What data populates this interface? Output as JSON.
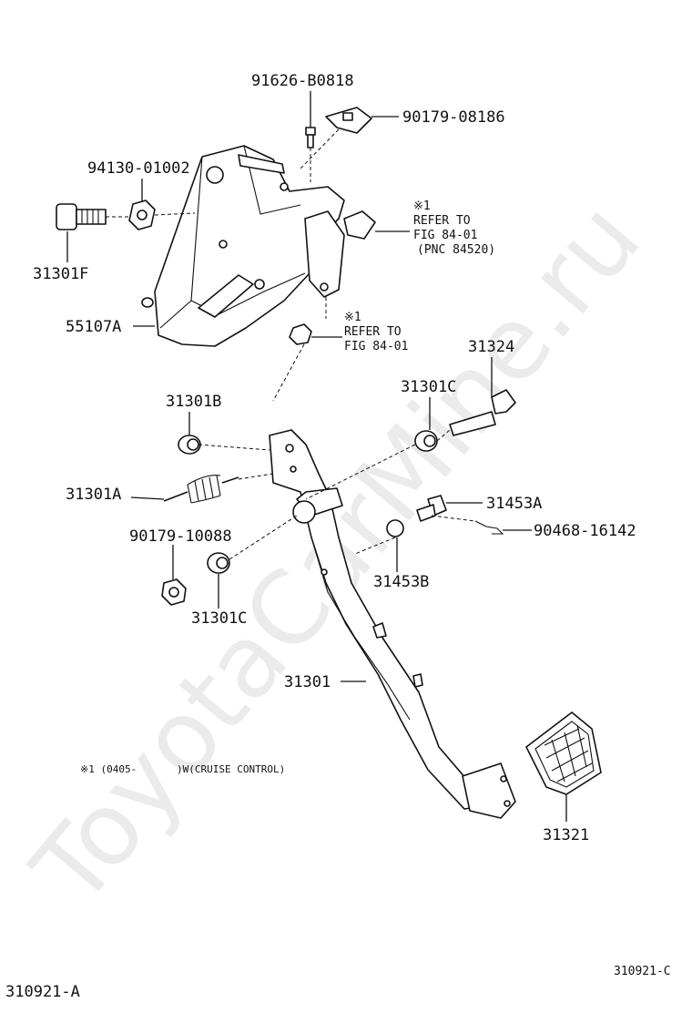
{
  "watermark": "ToyotaCarMine.ru",
  "labels": {
    "p91626": "91626-B0818",
    "p90179a": "90179-08186",
    "p94130": "94130-01002",
    "p31301F": "31301F",
    "p55107A": "55107A",
    "note1_mark": "※1",
    "note1_line1": "REFER TO",
    "note1_line2": "FIG 84-01",
    "note1_line3": "(PNC 84520)",
    "note2_mark": "※1",
    "note2_line1": "REFER TO",
    "note2_line2": "FIG 84-01",
    "p31324": "31324",
    "p31301B": "31301B",
    "p31301C_top": "31301C",
    "p31301A": "31301A",
    "p31453A": "31453A",
    "p90468": "90468-16142",
    "p90179b": "90179-10088",
    "p31453B": "31453B",
    "p31301C_bot": "31301C",
    "p31301": "31301",
    "p31321": "31321",
    "footnote_a": "※1 (0405-",
    "footnote_b": ")W(CRUISE CONTROL)",
    "code_right": "310921-C",
    "code_left": "310921-A"
  }
}
